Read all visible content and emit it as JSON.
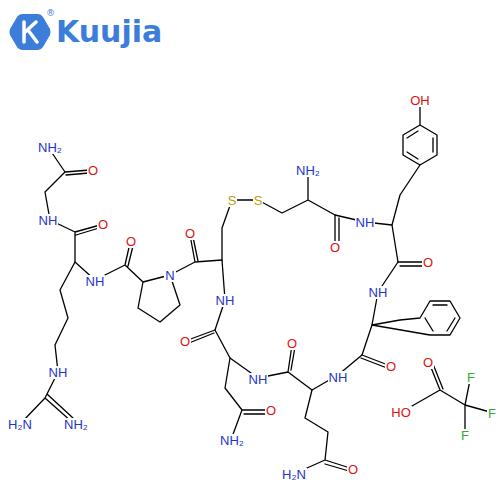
{
  "diagram": {
    "labels": [
      "Kuujia",
      "®",
      "OH",
      "NH₂",
      "S",
      "S",
      "O",
      "NH",
      "O",
      "NH",
      "O",
      "NH",
      "O",
      "NH",
      "O",
      "NH",
      "N",
      "O",
      "O",
      "NH",
      "O",
      "NH",
      "O",
      "NH₂",
      "NH",
      "H₂N",
      "NH₂",
      "O",
      "NH₂",
      "O",
      "H₂N",
      "O",
      "HO",
      "F",
      "F",
      "F"
    ]
  }
}
